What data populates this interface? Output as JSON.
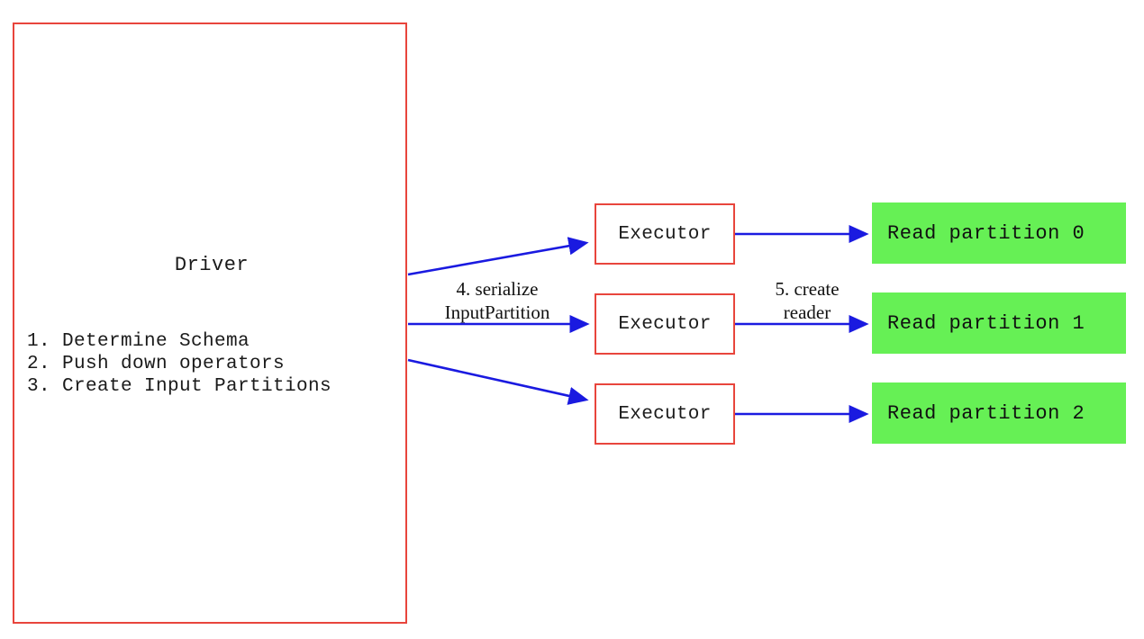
{
  "diagram": {
    "title_hidden": "",
    "colors": {
      "box_border_red": "#e8453c",
      "arrow_blue": "#1a1ae0",
      "partition_green": "#66f055",
      "text_black": "#111111",
      "background": "#ffffff"
    },
    "driver": {
      "title": "Driver",
      "steps_text": "1. Determine Schema\n2. Push down operators\n3. Create Input Partitions",
      "steps": [
        "1. Determine Schema",
        "2. Push down operators",
        "3. Create Input Partitions"
      ]
    },
    "executors": [
      {
        "label": "Executor"
      },
      {
        "label": "Executor"
      },
      {
        "label": "Executor"
      }
    ],
    "partitions": [
      {
        "label": "Read partition 0"
      },
      {
        "label": "Read partition 1"
      },
      {
        "label": "Read partition 2"
      }
    ],
    "edge_labels": {
      "serialize": "4. serialize\nInputPartition",
      "create_reader": "5. create\nreader"
    },
    "icons": {
      "arrowhead": "arrow-right-icon"
    }
  }
}
